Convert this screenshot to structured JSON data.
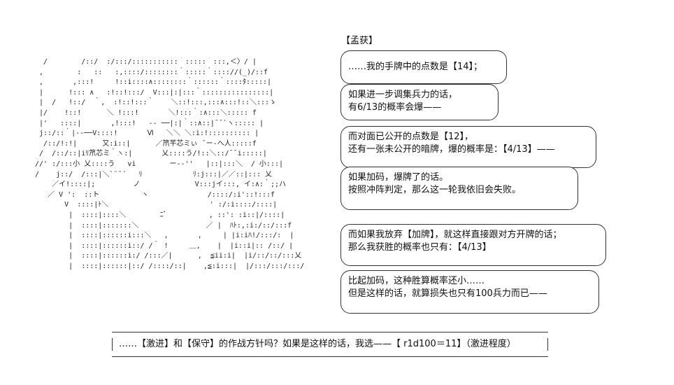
{
  "speaker": "【孟获】",
  "dialogue": [
    [
      "……我的手牌中的点数是【14】；"
    ],
    [
      "如果进一步调集兵力的话，",
      "有6/13的概率会爆——"
    ],
    [
      "而对面已公开的点数是【12】，",
      "还有一张未公开的暗牌，爆的概率是：【4/13】——"
    ],
    [
      "如果加码，爆牌了的话。",
      "按照冲阵判定，那么这一轮我依旧会失败。"
    ],
    [
      "而如果我放弃【加牌】，就这样直接跟对方开牌的话；",
      "那么我获胜的概率也只有：【4/13】"
    ],
    [
      "比起加码，这种胜算概率还小……",
      "但是这样的话，就算损失也只有100兵力而已——"
    ]
  ],
  "choice_prompt": "……【激进】和【保守】的作战方针吗？如果是这样的话，我选——【 r1d100＝11】（激进程度）",
  "art": [
    "  /        /::/  :/:::/:::::::::::｀:::::｀:::,＜〉/ |",
    " ,        :   ::   :,::::/::::::::｀:::::｀:::://(_)/::f",
    " ,       ,:::!     !::i::::∧::::::::｀::::::｀::::ﾀ:::::|",
    " |      !::: ∧   :!::!:::/  V:::|:|:::｀::::::::::::::::|",
    " |  /   !::/  ｀,  :!::!:::｀    ＼::!:::,:::∧:::!::＼:::ゝ",
    " |/    !::!      ＼ !:::!       ＼!:::｀:∧:::＼::::: f",
    " |'   ::::|       ,!:::!   -- ──|:|｀::∧::|¯¯`ヽ::::: |",
    " j::/::｀|--──V::::!       Ⅵ   ＼＼ ＼:i:!:::::::::: |",
    "  /::/!:!|      又:i::|      ／笊芊芯ミぃ ¯ー-ヘ人:::::f",
    " /  /::/::|iﾘ笊芯ミ｀ヽ:|       乂::::う/!::＼::/¯¯i:::::|",
    "//' :/:::小 乂::::う   vi        ー--''   |::|:::＼  / 小:::|",
    "/    j::/  /:::|＼`¨¨´   ﾘ            ﾘ:j:::|／／::|::: 乂",
    "    ／イ!::::|;         ノ             V:::jイ:::, イ:∧:｀;;ハ",
    "   ／ V ':  ::ト          ヽ              /::::/:i'::!:::f",
    "       V  ::::|ﾄ＼                        ' :/:i::::/::::|",
    "        |  ::::|::::＼        ﾆﾞ          , ::': :i::|/::::|",
    "        |  ::::|:::::::＼                ／ |  ﾊﾄ:,:i:/::/:::f",
    "        |  ::::|::::::i:::＼   ,       ,     | |i:iﾊ!/:::/:  |",
    "        |  ::::|::::::i::/ /｀ !     ＿,    |  |i::i|:: /::/ |",
    "        |  ::::|::::::i:/ /:::／|      ,  ≦ii:i|  |i/::/::/:::乂",
    "        |  ::::|::::::|::/ /::::/::|    ,≦:i:::|  |/:::/:::/:::/ "
  ]
}
